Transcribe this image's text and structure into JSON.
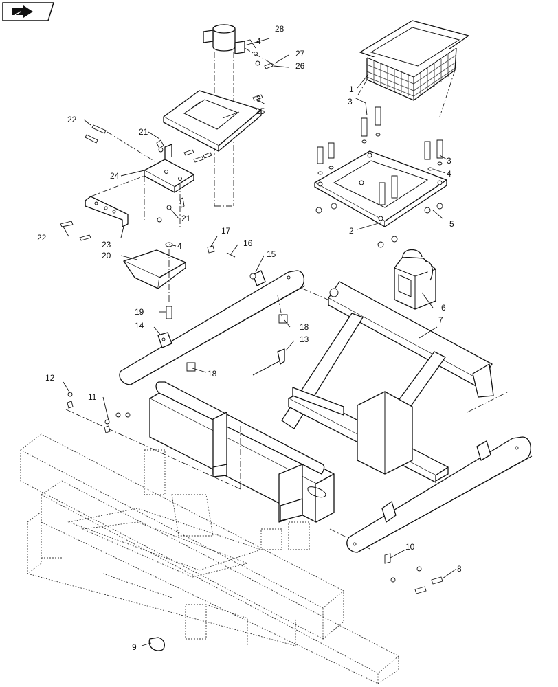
{
  "labels": {
    "l1": "1",
    "l2": "2",
    "l3a": "3",
    "l3b": "3",
    "l3c": "3",
    "l4a": "4",
    "l4b": "4",
    "l4c": "4",
    "l5": "5",
    "l6": "6",
    "l7": "7",
    "l8": "8",
    "l9": "9",
    "l10": "10",
    "l11": "11",
    "l12": "12",
    "l13": "13",
    "l14": "14",
    "l15": "15",
    "l16": "16",
    "l17": "17",
    "l18a": "18",
    "l18b": "18",
    "l19": "19",
    "l20": "20",
    "l21a": "21",
    "l21b": "21",
    "l22a": "22",
    "l22b": "22",
    "l23": "23",
    "l24": "24",
    "l25": "25",
    "l26": "26",
    "l27": "27",
    "l28": "28"
  },
  "nav_icon": "arrow-right-icon"
}
